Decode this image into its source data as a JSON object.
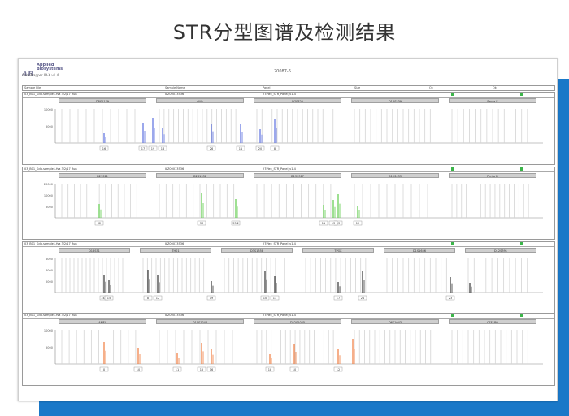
{
  "page_title": "STR分型图谱及检测结果",
  "colors": {
    "accent_blue": "#1a78c8",
    "dye_blue": "#5a6ee0",
    "dye_green": "#5ecb4a",
    "dye_black": "#333333",
    "dye_red": "#f07a3c",
    "status_green": "#3cb54a"
  },
  "report": {
    "logo_mark": "AB",
    "logo_name": "Applied Biosystems",
    "logo_sub": "GeneMapper ID-X v1.4",
    "doc_id": "20087-6",
    "header_cells": [
      "Sample File",
      "Sample Name",
      "Panel",
      "Size",
      "Ok",
      "Ok"
    ]
  },
  "panels": [
    {
      "file": "03_B01_Gdb.sample1.fsa  3/2/17 Run",
      "sample": "ILZ00013536",
      "panel": "27Plex_STR_Panel_v1.4",
      "dye_color": "#5a6ee0",
      "markers": [
        "D8S1179",
        "vWA",
        "D7S820",
        "D16S539",
        "Penta E"
      ],
      "ymax_label": "10000",
      "ytick_labels": [
        "10000",
        "5000"
      ],
      "allele_labels": [
        "16",
        "17",
        "18",
        "19",
        "26",
        "20",
        "8",
        "11"
      ],
      "peaks": [
        0.1,
        0.18,
        0.22,
        0.2,
        0.32,
        0.42,
        0.45,
        0.38
      ]
    },
    {
      "file": "03_B01_Gdb.sample1.fsa  3/2/17 Run",
      "sample": "ILZ00013536",
      "panel": "27Plex_STR_Panel_v1.4",
      "dye_color": "#5ecb4a",
      "markers": [
        "D21S11",
        "D2S1338",
        "D13S317",
        "D19S433",
        "Penta D"
      ],
      "ymax_label": "20000",
      "ytick_labels": [
        "20000",
        "10000",
        "5000"
      ],
      "allele_labels": [
        "32",
        "33",
        "33.2",
        "11",
        "13",
        "13",
        "12"
      ],
      "peaks": [
        0.09,
        0.3,
        0.37,
        0.55,
        0.58,
        0.57,
        0.62
      ]
    },
    {
      "file": "03_B01_Gdb.sample1.fsa  3/2/17 Run",
      "sample": "ILZ00013536",
      "panel": "27Plex_STR_Panel_v1.4",
      "dye_color": "#333333",
      "markers": [
        "D18S51",
        "TH01",
        "D3S1358",
        "TPOX",
        "D1S1656",
        "D12S391"
      ],
      "ymax_label": "6000",
      "ytick_labels": [
        "6000",
        "4000",
        "2000"
      ],
      "allele_labels": [
        "14.2",
        "15",
        "8",
        "12",
        "19",
        "10",
        "13",
        "17",
        "21",
        "23"
      ],
      "peaks": [
        0.1,
        0.11,
        0.19,
        0.21,
        0.32,
        0.43,
        0.45,
        0.58,
        0.63,
        0.81,
        0.85
      ]
    },
    {
      "file": "03_B01_Gdb.sample1.fsa  3/2/17 Run",
      "sample": "ILZ00013536",
      "panel": "27Plex_STR_Panel_v1.4",
      "dye_color": "#f07a3c",
      "markers": [
        "AMEL",
        "D10S1248",
        "D22S1045",
        "D6S1043",
        "CSF1PO"
      ],
      "ymax_label": "10000",
      "ytick_labels": [
        "10000",
        "5000"
      ],
      "allele_labels": [
        "X",
        "10",
        "11",
        "15",
        "16",
        "18",
        "10",
        "12"
      ],
      "peaks": [
        0.1,
        0.17,
        0.25,
        0.3,
        0.32,
        0.44,
        0.49,
        0.58,
        0.61
      ]
    }
  ]
}
